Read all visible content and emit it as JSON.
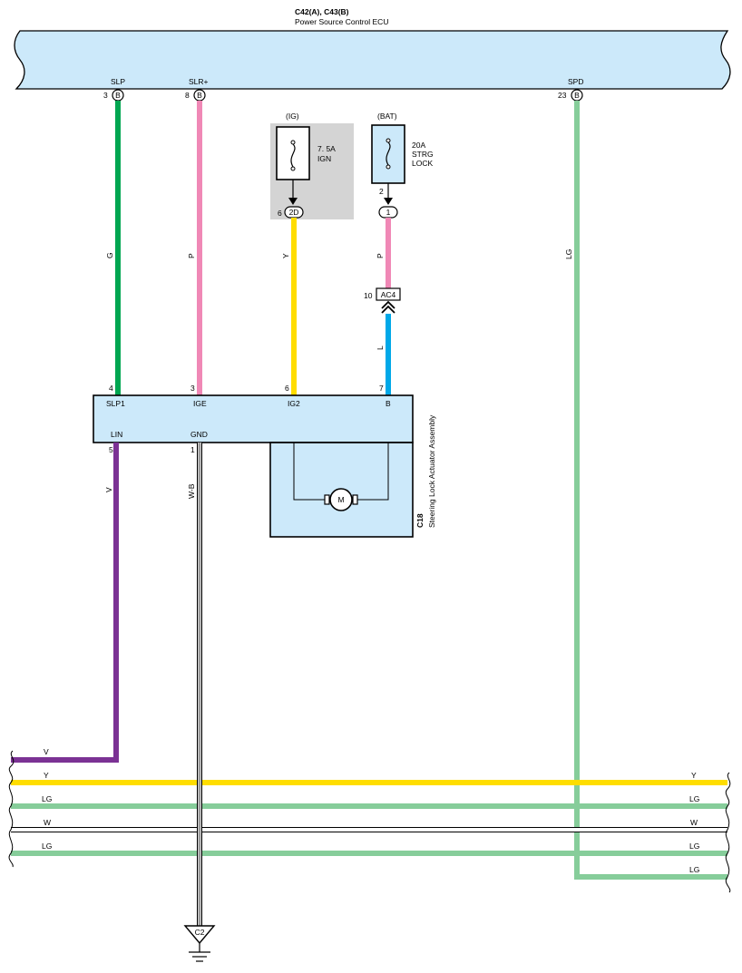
{
  "ecu": {
    "connector_title": "C42(A), C43(B)",
    "name": "Power Source Control ECU",
    "fill": "#cce9fa"
  },
  "ecu_pins": {
    "slp": {
      "name": "SLP",
      "pin": "3",
      "connector": "B"
    },
    "slr": {
      "name": "SLR+",
      "pin": "8",
      "connector": "B"
    },
    "spd": {
      "name": "SPD",
      "pin": "23",
      "connector": "B"
    }
  },
  "fuse_ig": {
    "source": "(IG)",
    "rating": "7. 5A",
    "name": "IGN",
    "pin": "6",
    "connector": "2D",
    "shade": "#d4d4d4"
  },
  "fuse_bat": {
    "source": "(BAT)",
    "rating": "20A",
    "name_line1": "STRG",
    "name_line2": "LOCK",
    "pin_top": "2",
    "connector": "1"
  },
  "junction_connector": {
    "pin": "10",
    "name": "AC4"
  },
  "wires": {
    "g": {
      "label": "G",
      "color": "#00a651"
    },
    "p": {
      "label": "P",
      "color": "#f088b6"
    },
    "y": {
      "label": "Y",
      "color": "#ffdd00"
    },
    "l": {
      "label": "L",
      "color": "#00a8e8"
    },
    "lg": {
      "label": "LG",
      "color": "#86cd9a"
    },
    "v": {
      "label": "V",
      "color": "#7b3294"
    },
    "wb": {
      "label": "W-B"
    },
    "w": {
      "label": "W"
    }
  },
  "actuator": {
    "code": "C18",
    "name": "Steering Lock Actuator Assembly",
    "motor": "M",
    "pins_top": [
      {
        "pin": "4",
        "name": "SLP1"
      },
      {
        "pin": "3",
        "name": "IGE"
      },
      {
        "pin": "6",
        "name": "IG2"
      },
      {
        "pin": "7",
        "name": "B"
      }
    ],
    "pins_bottom": [
      {
        "pin": "5",
        "name": "LIN"
      },
      {
        "pin": "1",
        "name": "GND"
      }
    ]
  },
  "ground": {
    "name": "C2"
  },
  "bus_wires": {
    "left": [
      "V",
      "Y",
      "LG",
      "W",
      "LG"
    ],
    "right": [
      "Y",
      "LG",
      "W",
      "LG",
      "LG"
    ]
  }
}
